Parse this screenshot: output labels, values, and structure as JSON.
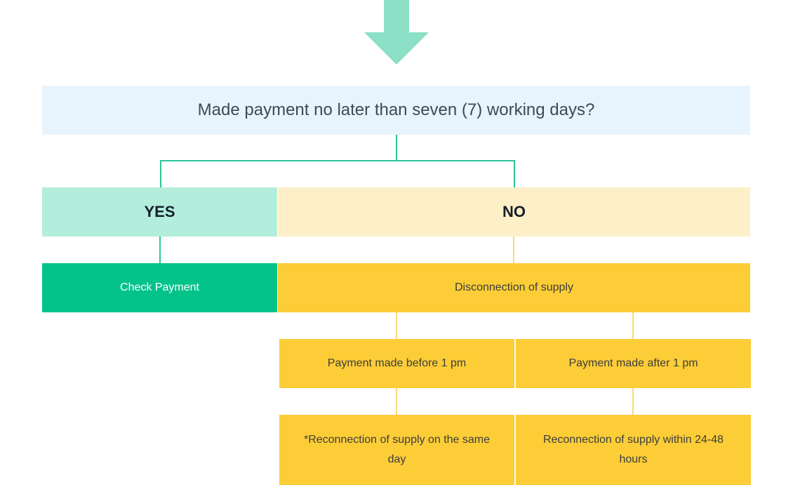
{
  "flowchart": {
    "question": "Made payment no later than seven (7) working days?",
    "yes_label": "YES",
    "no_label": "NO",
    "yes_action": "Check Payment",
    "no_action": "Disconnection of supply",
    "branch_before": "Payment made before 1 pm",
    "branch_after": "Payment made after 1 pm",
    "outcome_before": "*Reconnection of supply on the same day",
    "outcome_after": "Reconnection of supply within 24-48 hours"
  },
  "colors": {
    "arrow": "#8be0c6",
    "connector_green": "#2dc49a",
    "connector_yellow": "#fcd77c",
    "question_bg": "#e8f4fd",
    "yes_bg": "#b3eedc",
    "no_bg": "#fdf0c8",
    "check_bg": "#03c389",
    "action_bg": "#fccd37"
  }
}
